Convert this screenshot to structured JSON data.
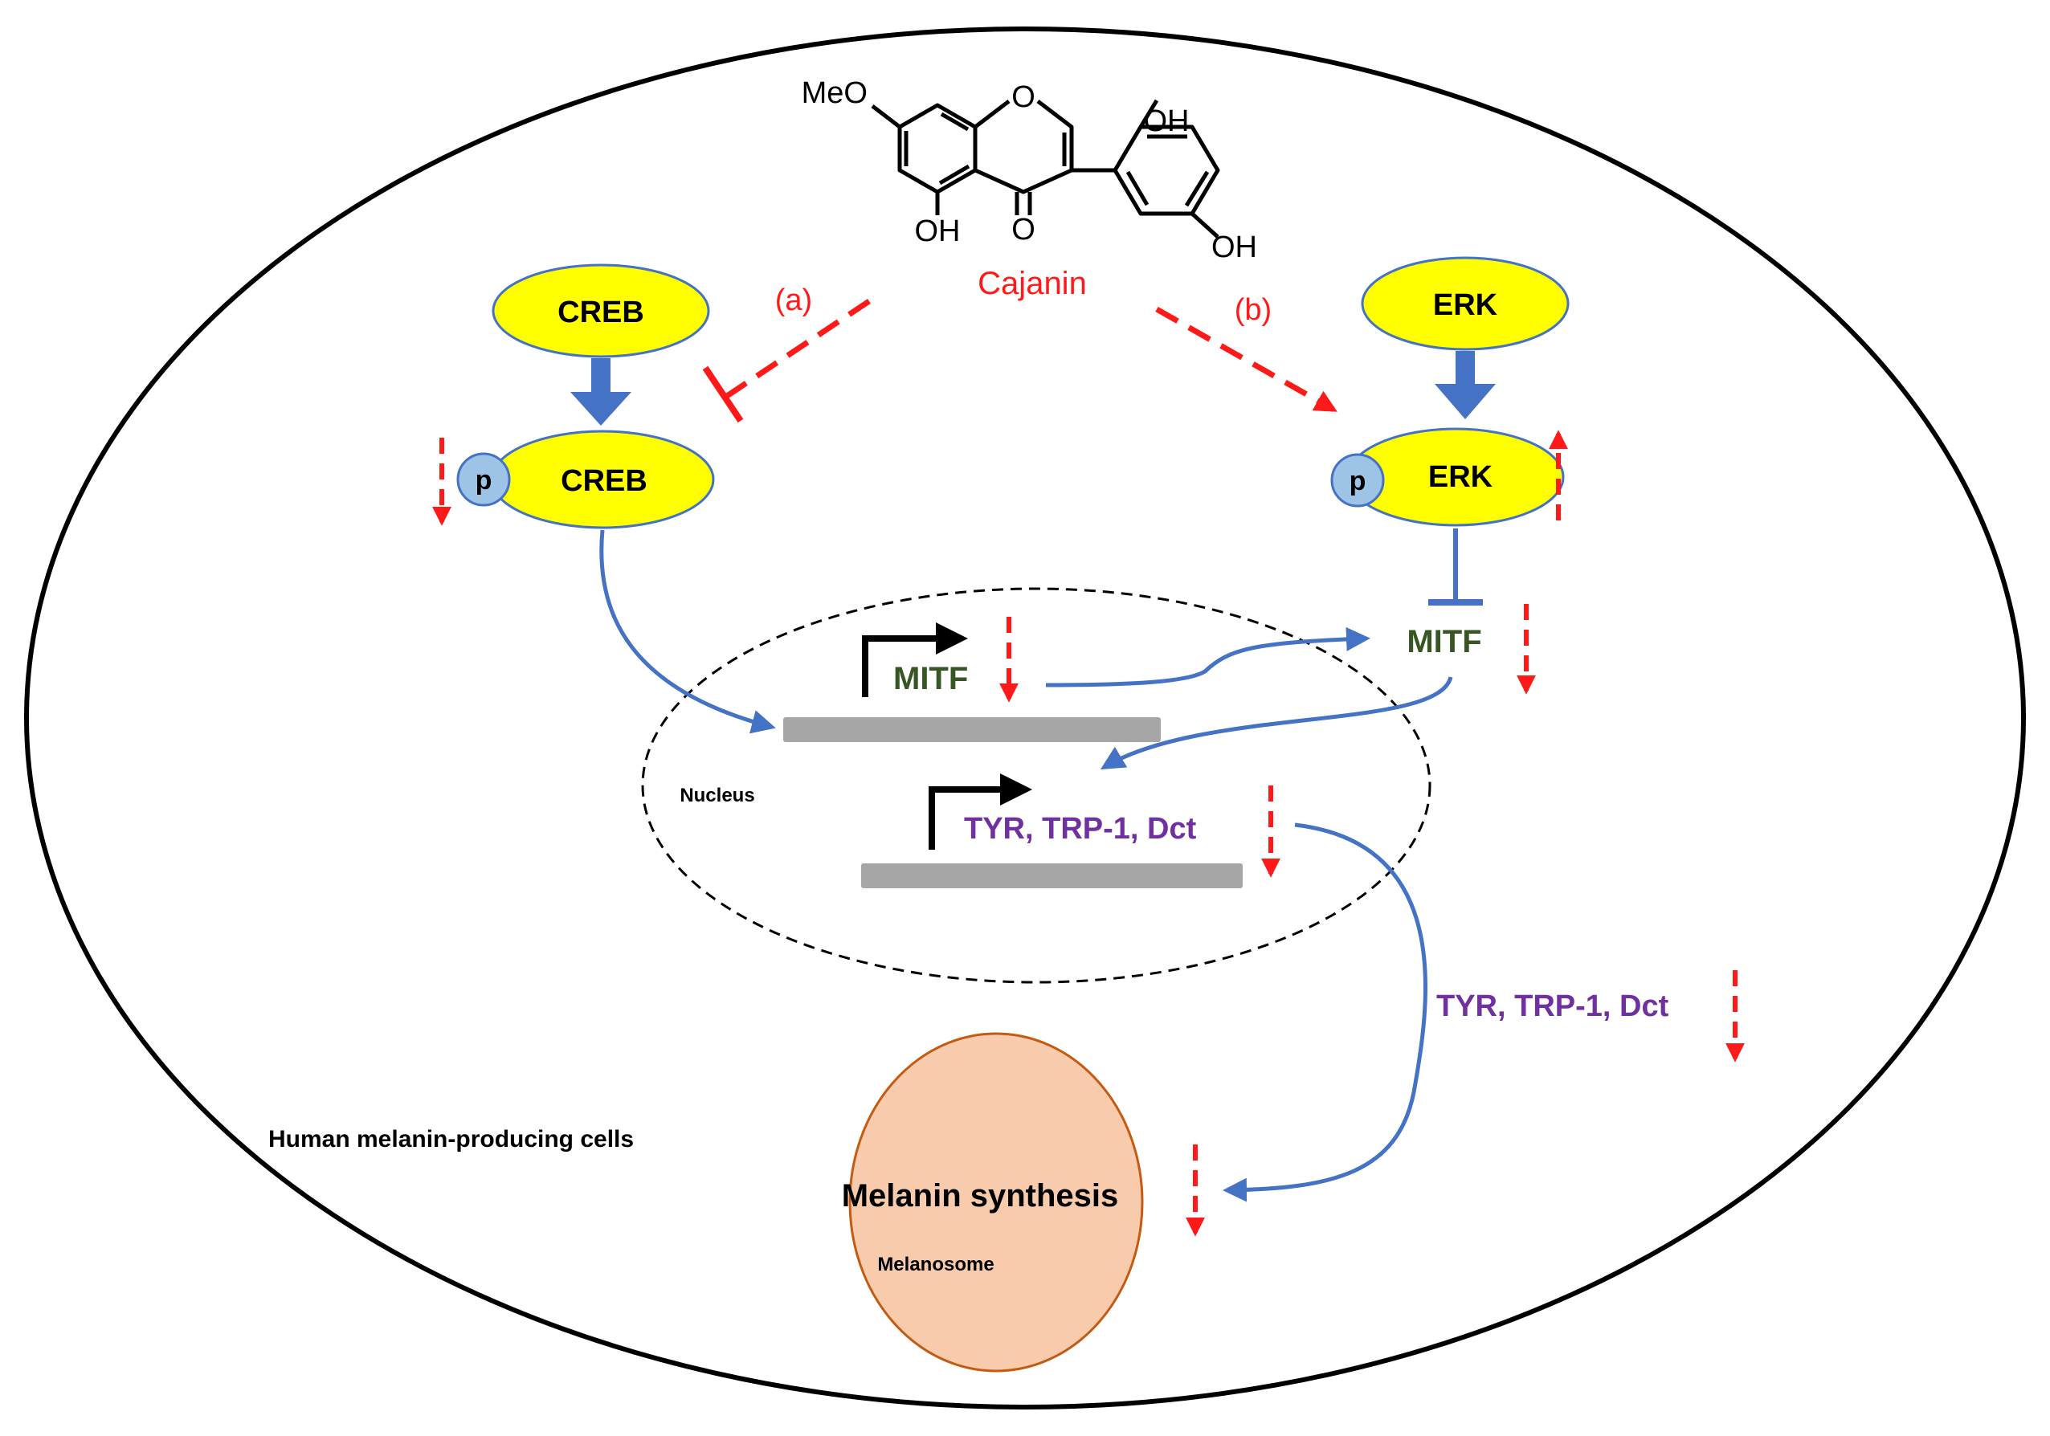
{
  "compound": {
    "name": "Cajanin",
    "substituents": {
      "methoxy": "MeO",
      "ring_oxygen": "O",
      "hydroxyl": "OH",
      "carbonyl_oxygen": "O"
    }
  },
  "paths": {
    "a": "(a)",
    "b": "(b)"
  },
  "proteins": {
    "creb": "CREB",
    "erk": "ERK",
    "phospho": "p"
  },
  "genes": {
    "mitf": "MITF",
    "tyr_group": "TYR, TRP-1, Dct"
  },
  "compartments": {
    "nucleus": "Nucleus",
    "cell": "Human melanin-producing cells",
    "melanosome": "Melanosome"
  },
  "outcome": "Melanin synthesis",
  "colors": {
    "red": "#ff1a1a",
    "blue": "#4472c4",
    "yellow": "#ffff00",
    "phospho": "#9dc3e6",
    "green": "#375623",
    "purple": "#7030a0",
    "gray": "#a6a6a6",
    "melanosome": "#f8cbad"
  }
}
